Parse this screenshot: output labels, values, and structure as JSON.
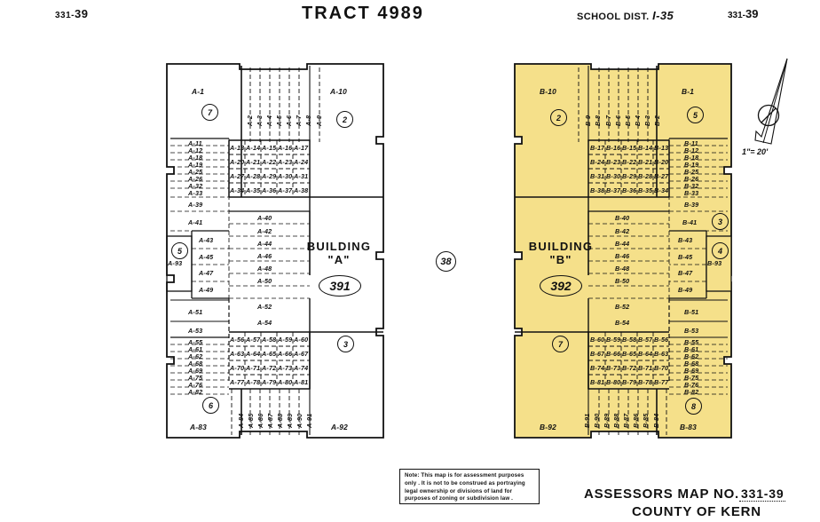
{
  "header": {
    "book_page_left_prefix": "331-",
    "book_page_left_num": "39",
    "title": "TRACT  4989",
    "school_dist_label": "SCHOOL  DIST.",
    "school_dist_value": "I-35",
    "book_page_right_prefix": "331-",
    "book_page_right_num": "39"
  },
  "compass": {
    "icon": "north-arrow-icon",
    "scale": "1\"= 20'"
  },
  "center_parcel": "38",
  "note": {
    "line1": "Note: This map is for assessment purposes",
    "line2": "only . It is not to be construed as portraying",
    "line3": "legal ownership or divisions of land for",
    "line4": "purposes of zoning or subdivision law ."
  },
  "footer": {
    "line1_label": "ASSESSORS MAP NO.",
    "line1_value": "331-39",
    "line2": "COUNTY OF KERN"
  },
  "colors": {
    "building_b_fill": "#f5e08a",
    "line": "#111111",
    "background": "#ffffff"
  },
  "building_a": {
    "name_line1": "BUILDING",
    "name_line2": "\"A\"",
    "number": "391",
    "fill": "#ffffff",
    "corner_parcels": [
      "7",
      "2",
      "5",
      "3",
      "6"
    ],
    "side_parcel": "A-93",
    "big_cells": [
      "A-1",
      "A-10",
      "A-83",
      "A-92"
    ],
    "vert_top": [
      "A-2",
      "A-3",
      "A-4",
      "A-5",
      "A-6",
      "A-7",
      "A-8",
      "A-9"
    ],
    "vert_bottom": [
      "A-84",
      "A-85",
      "A-86",
      "A-87",
      "A-88",
      "A-89",
      "A-90",
      "A-91"
    ],
    "left_stack_upper": [
      "A-11",
      "A-12",
      "A-18",
      "A-19",
      "A-25",
      "A-26",
      "A-32",
      "A-33"
    ],
    "left_wide_upper": [
      "A-39",
      "A-41"
    ],
    "grid_upper": [
      [
        "A-13",
        "A-14",
        "A-15",
        "A-16",
        "A-17"
      ],
      [
        "A-20",
        "A-21",
        "A-22",
        "A-23",
        "A-24"
      ],
      [
        "A-27",
        "A-28",
        "A-29",
        "A-30",
        "A-31"
      ],
      [
        "A-34",
        "A-35",
        "A-36",
        "A-37",
        "A-38"
      ]
    ],
    "mid_left": [
      "A-43",
      "A-45",
      "A-47",
      "A-49"
    ],
    "mid_right": [
      "A-40",
      "A-42",
      "A-44",
      "A-46",
      "A-48",
      "A-50"
    ],
    "lower_left_wide": [
      "A-51",
      "A-53"
    ],
    "lower_right_wide": [
      "A-52",
      "A-54"
    ],
    "left_stack_lower": [
      "A-55",
      "A-61",
      "A-62",
      "A-68",
      "A-69",
      "A-75",
      "A-76",
      "A-82"
    ],
    "grid_lower": [
      [
        "A-56",
        "A-57",
        "A-58",
        "A-59",
        "A-60"
      ],
      [
        "A-63",
        "A-64",
        "A-65",
        "A-66",
        "A-67"
      ],
      [
        "A-70",
        "A-71",
        "A-72",
        "A-73",
        "A-74"
      ],
      [
        "A-77",
        "A-78",
        "A-79",
        "A-80",
        "A-81"
      ]
    ]
  },
  "building_b": {
    "name_line1": "BUILDING",
    "name_line2": "\"B\"",
    "number": "392",
    "fill": "#f5e08a",
    "corner_parcels": [
      "2",
      "5",
      "3",
      "4",
      "7",
      "8"
    ],
    "side_parcel": "B-93",
    "big_cells": [
      "B-10",
      "B-1",
      "B-92",
      "B-83"
    ],
    "vert_top": [
      "B-9",
      "B-8",
      "B-7",
      "B-6",
      "B-5",
      "B-4",
      "B-3",
      "B-2"
    ],
    "vert_bottom": [
      "B-91",
      "B-90",
      "B-89",
      "B-88",
      "B-87",
      "B-86",
      "B-85",
      "B-84"
    ],
    "right_stack_upper": [
      "B-11",
      "B-12",
      "B-18",
      "B-19",
      "B-25",
      "B-26",
      "B-32",
      "B-33"
    ],
    "right_wide_upper": [
      "B-39",
      "B-41"
    ],
    "grid_upper": [
      [
        "B-17",
        "B-16",
        "B-15",
        "B-14",
        "B-13"
      ],
      [
        "B-24",
        "B-23",
        "B-22",
        "B-21",
        "B-20"
      ],
      [
        "B-31",
        "B-30",
        "B-29",
        "B-28",
        "B-27"
      ],
      [
        "B-38",
        "B-37",
        "B-36",
        "B-35",
        "B-34"
      ]
    ],
    "mid_right": [
      "B-43",
      "B-45",
      "B-47",
      "B-49"
    ],
    "mid_left": [
      "B-40",
      "B-42",
      "B-44",
      "B-46",
      "B-48",
      "B-50"
    ],
    "lower_right_wide": [
      "B-51",
      "B-53"
    ],
    "lower_left_wide": [
      "B-52",
      "B-54"
    ],
    "right_stack_lower": [
      "B-55",
      "B-61",
      "B-62",
      "B-68",
      "B-69",
      "B-75",
      "B-76",
      "B-82"
    ],
    "grid_lower": [
      [
        "B-60",
        "B-59",
        "B-58",
        "B-57",
        "B-56"
      ],
      [
        "B-67",
        "B-66",
        "B-65",
        "B-64",
        "B-63"
      ],
      [
        "B-74",
        "B-73",
        "B-72",
        "B-71",
        "B-70"
      ],
      [
        "B-81",
        "B-80",
        "B-79",
        "B-78",
        "B-77"
      ]
    ]
  }
}
